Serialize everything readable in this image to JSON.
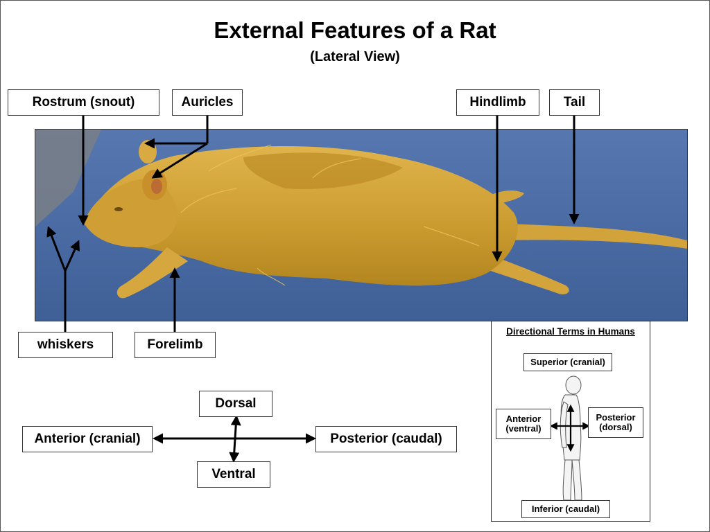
{
  "title": "External Features of a Rat",
  "subtitle": "(Lateral View)",
  "labels": {
    "rostrum": "Rostrum (snout)",
    "auricles": "Auricles",
    "hindlimb": "Hindlimb",
    "tail": "Tail",
    "whiskers": "whiskers",
    "forelimb": "Forelimb"
  },
  "directions": {
    "dorsal": "Dorsal",
    "ventral": "Ventral",
    "anterior": "Anterior (cranial)",
    "posterior": "Posterior (caudal)"
  },
  "human_panel": {
    "title": "Directional Terms in Humans",
    "superior": "Superior (cranial)",
    "inferior": "Inferior (caudal)",
    "anterior": "Anterior\n(ventral)",
    "posterior": "Posterior\n(dorsal)"
  },
  "colors": {
    "backdrop": "#4f6ea6",
    "fur": "#c99a2e",
    "fur_light": "#ddb24a",
    "fur_dark": "#a87a1c"
  }
}
